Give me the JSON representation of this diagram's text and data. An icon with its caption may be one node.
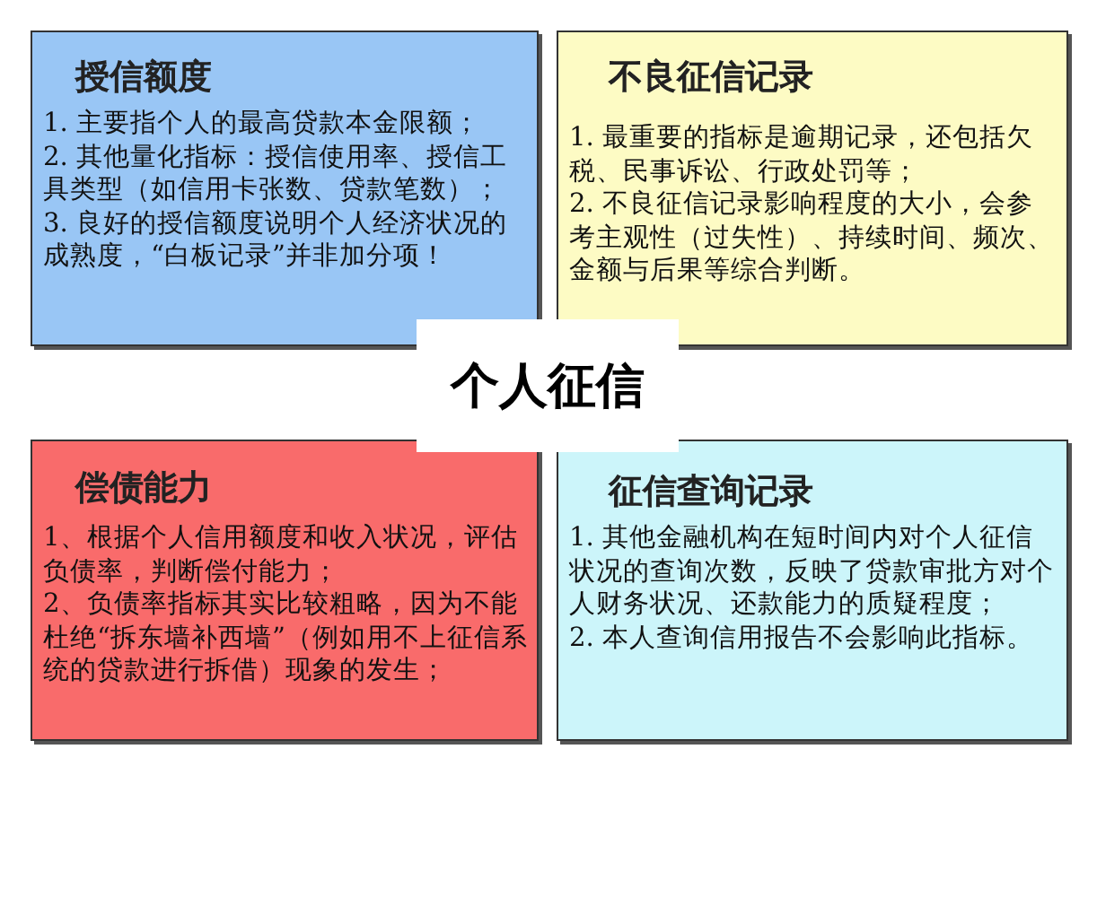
{
  "diagram": {
    "nodes": [
      {
        "text": [
          "授信额度",
          "1. 主要指个人的最高贷款本金限额；",
          "2. 其他量化指标：授信使用率、授信工具类型（如信用卡张数、贷款笔数）；",
          "3. 良好的授信额度说明个人经济状况的成熟度，“白板记录”并非加分项！"
        ]
      },
      {
        "text": [
          "不良征信记录",
          "1. 最重要的指标是逾期记录，还包括欠税、民事诉讼、行政处罚等；",
          "2. 不良征信记录影响程度的大小，会参考主观性（过失性）、持续时间、频次、金额与后果等综合判断。"
        ]
      },
      {
        "text": [
          "个人征信"
        ]
      },
      {
        "text": [
          "偿债能力",
          "1、根据个人信用额度和收入状况，评估负债率，判断偿付能力；",
          "2、负债率指标其实比较粗略，因为不能杜绝“拆东墙补西墙”（例如用不上征信系统的贷款进行拆借）现象的发生；"
        ]
      },
      {
        "text": [
          "征信查询记录",
          "1. 其他金融机构在短时间内对个人征信状况的查询次数，反映了贷款审批方对个人财务状况、还款能力的质疑程度；",
          "2. 本人查询信用报告不会影响此指标。"
        ]
      }
    ]
  }
}
